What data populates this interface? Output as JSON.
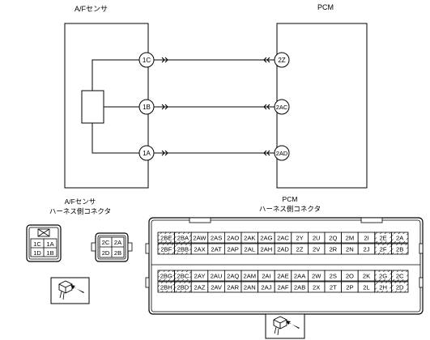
{
  "wiring": {
    "sensor_title": "A/Fセンサ",
    "pcm_title": "PCM",
    "sensor_pins": [
      "1C",
      "1B",
      "1A"
    ],
    "pcm_pins": [
      "2Z",
      "2AC",
      "2AD"
    ]
  },
  "connectors": {
    "sensor_title_line1": "A/Fセンサ",
    "sensor_title_line2": "ハーネス側コネクタ",
    "pcm_title_line1": "PCM",
    "pcm_title_line2": "ハーネス側コネクタ",
    "sensor_left_pins": [
      "1C",
      "1A",
      "1D",
      "1B"
    ],
    "sensor_right_pins": [
      "2C",
      "2A",
      "2D",
      "2B"
    ],
    "pcm_rows": [
      [
        "2BE",
        "2BA",
        "2AW",
        "2AS",
        "2AO",
        "2AK",
        "2AG",
        "2AC",
        "2Y",
        "2U",
        "2Q",
        "2M",
        "2I",
        "2E",
        "2A"
      ],
      [
        "2BF",
        "2BB",
        "2AX",
        "2AT",
        "2AP",
        "2AL",
        "2AH",
        "2AD",
        "2Z",
        "2V",
        "2R",
        "2N",
        "2J",
        "2F",
        "2B"
      ],
      [
        "2BG",
        "2BC",
        "2AY",
        "2AU",
        "2AQ",
        "2AM",
        "2AI",
        "2AE",
        "2AA",
        "2W",
        "2S",
        "2O",
        "2K",
        "2G",
        "2C"
      ],
      [
        "2BH",
        "2BD",
        "2AZ",
        "2AV",
        "2AR",
        "2AN",
        "2AJ",
        "2AF",
        "2AB",
        "2X",
        "2T",
        "2P",
        "2L",
        "2H",
        "2D"
      ]
    ]
  }
}
